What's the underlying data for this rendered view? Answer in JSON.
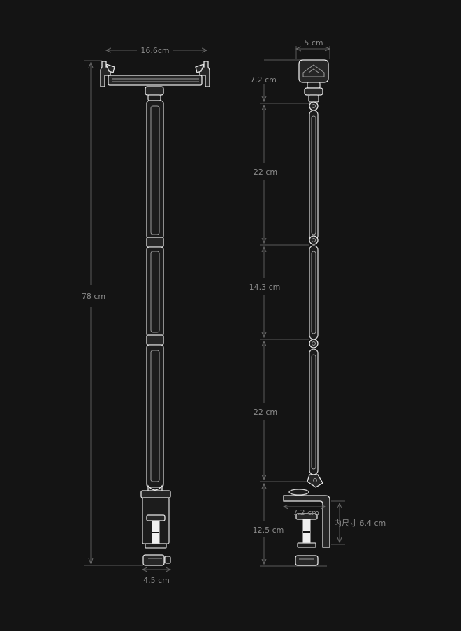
{
  "left_view": {
    "width_label": "16.6cm",
    "height_label": "78 cm",
    "clamp_width_label": "4.5 cm"
  },
  "right_view": {
    "head_width_label": "5 cm",
    "head_height_label": "7.2 cm",
    "arm1_label": "22 cm",
    "arm2_label": "14.3 cm",
    "arm3_label": "22 cm",
    "clamp_height_label": "12.5  cm",
    "clamp_width_label": "7.2 cm",
    "clamp_inner_label": "内尺寸 6.4 cm"
  },
  "colors": {
    "background": "#141414",
    "outline": "#cfcfcf",
    "dimension": "#5a5a5a",
    "text": "#8a8a8a"
  }
}
